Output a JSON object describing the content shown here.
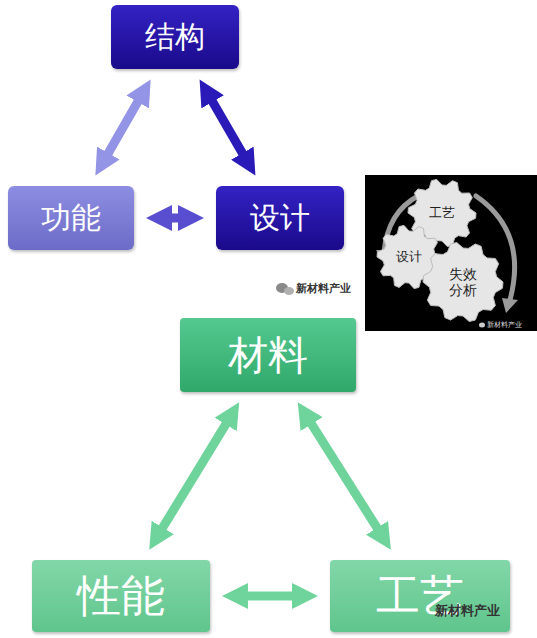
{
  "diagram": {
    "nodes": [
      {
        "text": [
          "结构"
        ]
      },
      {
        "text": [
          "功能"
        ]
      },
      {
        "text": [
          "设计"
        ]
      },
      {
        "text": [
          "工艺"
        ]
      },
      {
        "text": [
          "设计"
        ]
      },
      {
        "text": [
          "失效 分析"
        ]
      },
      {
        "text": [
          "材料"
        ]
      },
      {
        "text": [
          "性能"
        ]
      },
      {
        "text": [
          "工艺"
        ]
      }
    ],
    "edges": [
      {
        "from": 0,
        "to": 1,
        "arrow": "both"
      },
      {
        "from": 0,
        "to": 2,
        "arrow": "both"
      },
      {
        "from": 1,
        "to": 2,
        "arrow": "both"
      },
      {
        "from": 6,
        "to": 7,
        "arrow": "both"
      },
      {
        "from": 6,
        "to": 8,
        "arrow": "both"
      },
      {
        "from": 7,
        "to": 8,
        "arrow": "both"
      }
    ],
    "labels": [
      "新材料产业",
      "新材料产业",
      "新材料产业"
    ]
  }
}
